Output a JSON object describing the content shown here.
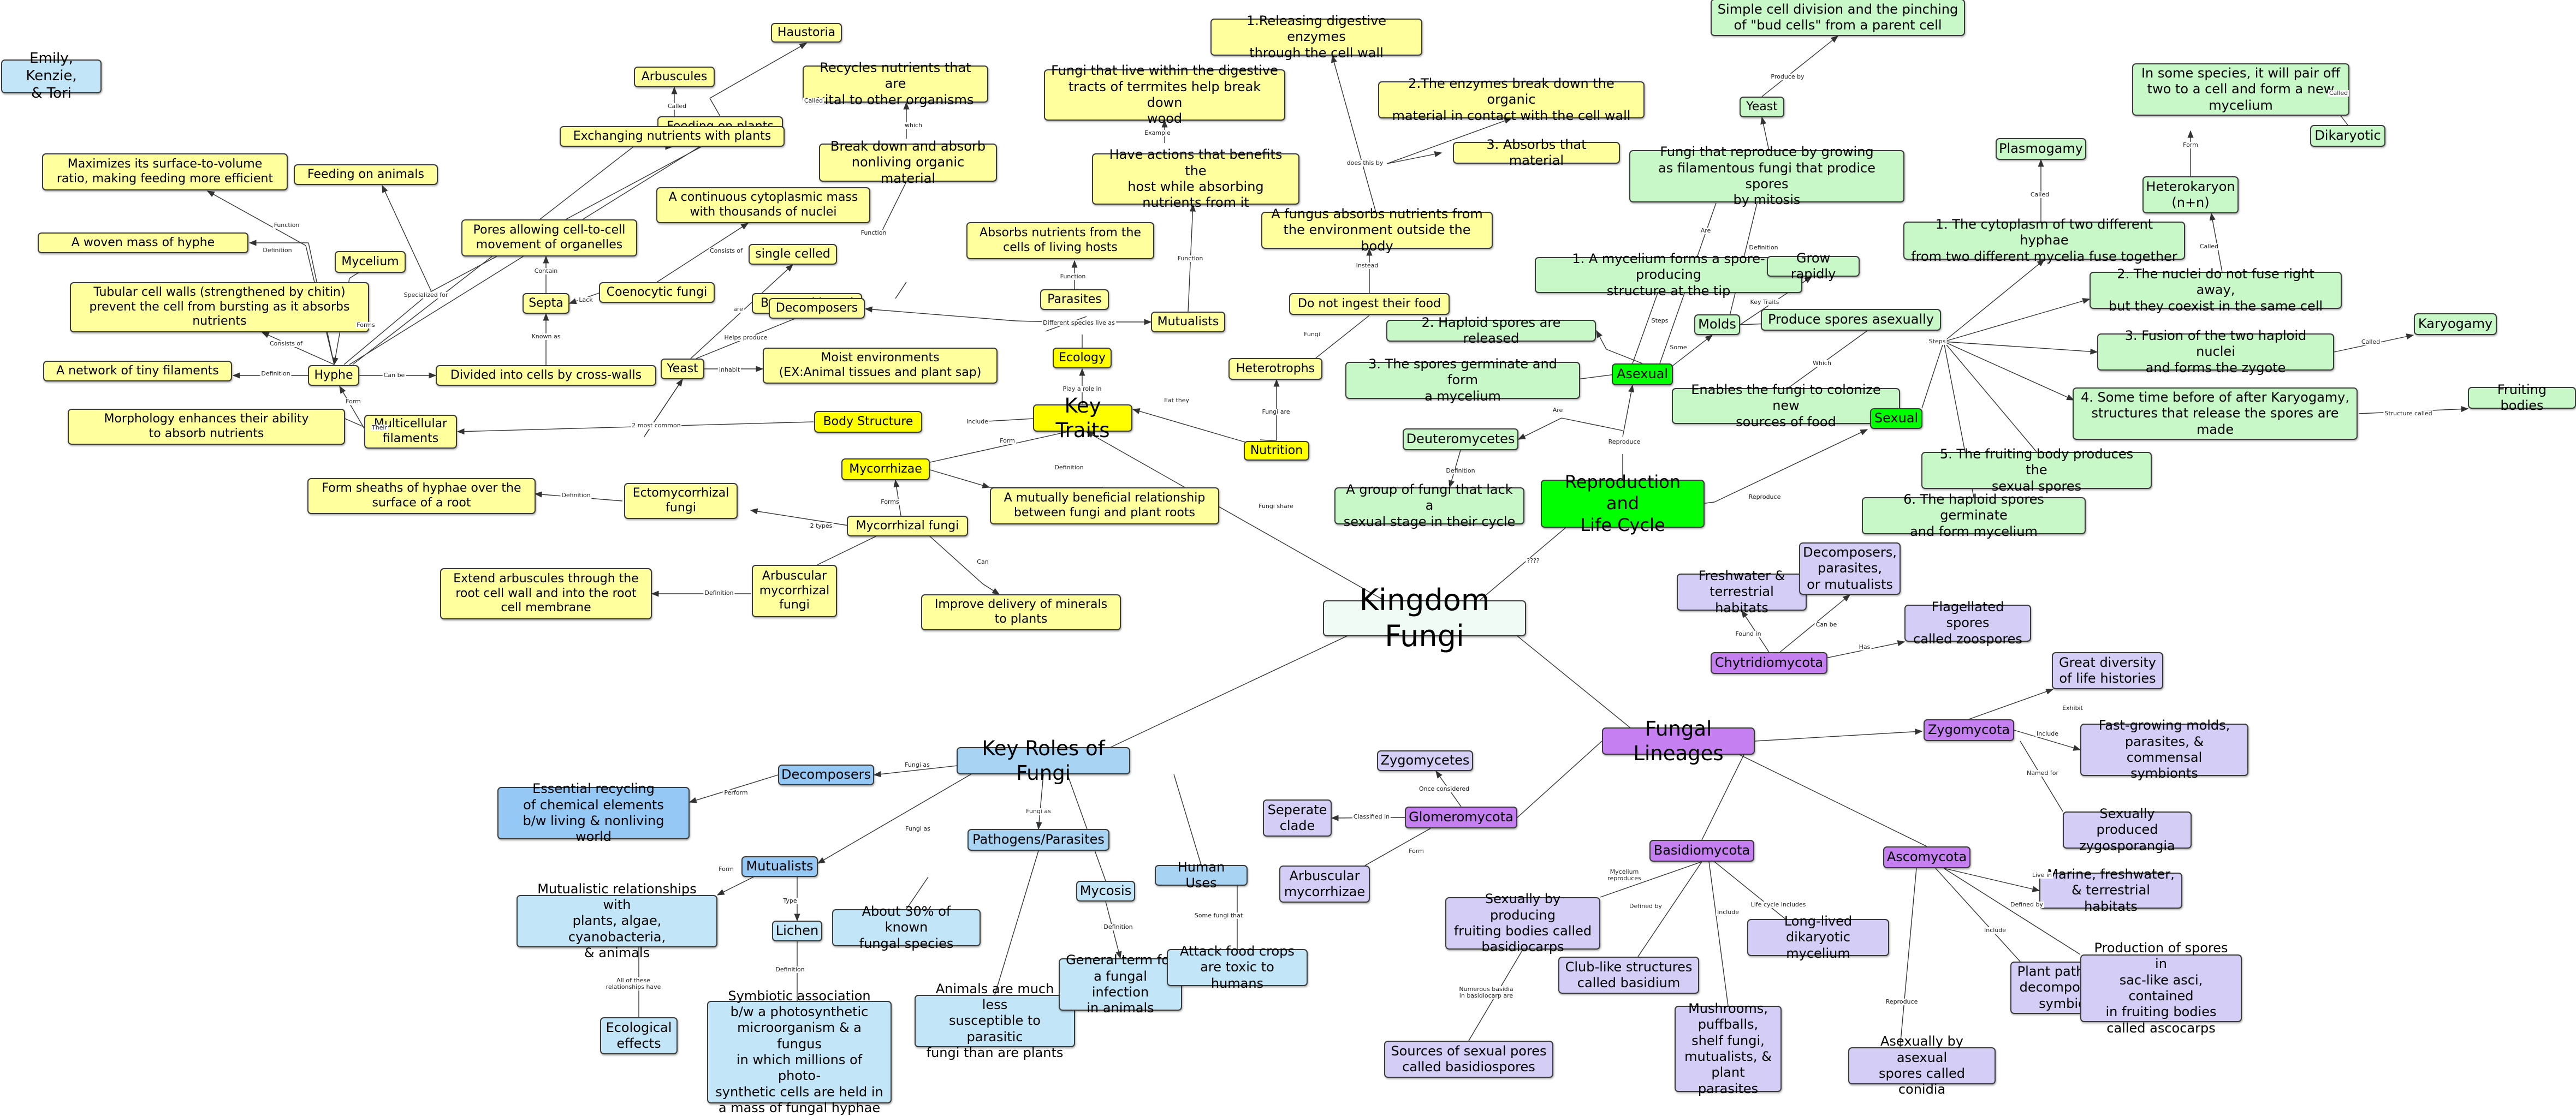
{
  "colors": {
    "yellow": "#ffff9e",
    "yellow_main": "#ffff00",
    "green": "#c8f7c8",
    "green_main": "#00ff00",
    "purple": "#d4cdf5",
    "purple_main": "#c57ff0",
    "blue": "#c2e6f7",
    "blue_main": "#a8d3f2",
    "blue_key": "#96c8f5",
    "center": "#f0fbf6",
    "edge": "#333333"
  },
  "nodes": {
    "credit": "Emily, Kenzie,\n& Tori",
    "kf": "Kingdom Fungi",
    "keytraits": "Key Traits",
    "ecology": "Ecology",
    "nutrition": "Nutrition",
    "bodystructure": "Body Structure",
    "mycorrhizae": "Mycorrhizae",
    "haustoria": "Haustoria",
    "feedplants": "Feeding on plants",
    "feedanimals": "Feeding on animals",
    "maximizes": "Maximizes its surface-to-volume\nratio, making feeding more efficient",
    "woven": "A woven mass of hyphe",
    "mycelium": "Mycelium",
    "tubular": "Tubular cell walls (strengthened by chitin)\nprevent the cell from bursting as it absorbs\nnutrients",
    "network": "A network of tiny filaments",
    "hyphe": "Hyphe",
    "morphology": "Morphology enhances their ability\nto absorb nutrients",
    "multicellular": "Multicellular\nfilaments",
    "divided": "Divided into cells by cross-walls",
    "septa": "Septa",
    "pores": "Pores allowing cell-to-cell\nmovement of organelles",
    "coenocytic": "Coenocytic fungi",
    "continuous": "A continuous cytoplasmic mass\nwith thousands of nuclei",
    "arbuscules": "Arbuscules",
    "exchanging": "Exchanging nutrients with plants",
    "singlecelled": "single celled",
    "beerbread": "Beer and bread",
    "yeast1": "Yeast",
    "moist": "Moist environments\n(EX:Animal tissues and plant sap)",
    "recycles": "Recycles nutrients that are\nvital to other organisms",
    "breakdown": "Break down and absorb\nnonliving organic material",
    "decomposers1": "Decomposers",
    "absorbsliving": "Absorbs nutrients from the\ncells of living hosts",
    "parasites": "Parasites",
    "mutualists1": "Mutualists",
    "termites": "Fungi that live within the digestive\ntracts of terrmites help break down\nwood",
    "haveactions": "Have actions that benefits the\nhost while absorbing\nnutrients from it",
    "releasing": "1.Releasing digestive enzymes\nthrough the cell wall",
    "enzymesbreak": "2.The enzymes break down the organic\nmaterial in contact with the cell wall",
    "absorbsmat": "3. Absorbs that material",
    "absorbsout": "A fungus absorbs nutrients from\nthe environment outside the body",
    "noingest": "Do not ingest their food",
    "heterotrophs": "Heterotrophs",
    "sheaths": "Form sheaths of hyphae over the\nsurface of a root",
    "ecto": "Ectomycorrhizal\nfungi",
    "mutualbenefit": "A mutually beneficial relationship\nbetween fungi and plant roots",
    "mycorrhizalfungi": "Mycorrhizal fungi",
    "arbmyco": "Arbuscular\nmycorrhizal\nfungi",
    "extendarb": "Extend arbuscules through the\nroot cell wall and into the root\ncell membrane",
    "improve": "Improve delivery of minerals\nto plants",
    "budding": "Simple cell division and the pinching\nof \"bud cells\" from a parent cell",
    "yeast2": "Yeast",
    "fungigrow": "Fungi that reproduce by growing\nas filamentous fungi that prodice spores\nby mitosis",
    "myceliumspore": "1. A mycelium forms a spore-producing\nstructure at the tip",
    "haploidrel": "2. Haploid spores are released",
    "sporesgerm": "3. The spores germinate and form\na mycelium",
    "asexual": "Asexual",
    "molds": "Molds",
    "growrapidly": "Grow rapidly",
    "produceasex": "Produce spores asexually",
    "colonize": "Enables the fungi to colonize new\nsources of food",
    "deutero": "Deuteromycetes",
    "groupnosex": "A group of fungi that lack a\nsexual stage in their cycle",
    "reprolife": "Reproduction and\nLife Cycle",
    "sexual": "Sexual",
    "pairoff": "In some species, it will pair off\ntwo to a cell and form a new\nmycelium",
    "dikaryotic": "Dikaryotic",
    "plasmogamy": "Plasmogamy",
    "heterokaryon": "Heterokaryon\n(n+n)",
    "cytoplasm": "1. The cytoplasm of two different hyphae\nfrom two different mycelia fuse together",
    "nucleinot": "2. The nuclei do not fuse right away,\nbut they coexist in the same cell",
    "fusion": "3. Fusion of the two haploid nuclei\nand forms the zygote",
    "karyogamy": "Karyogamy",
    "sometime": "4. Some time before of after Karyogamy,\nstructures that release the spores are\nmade",
    "fruiting": "Fruiting bodies",
    "fruitingprod": "5. The fruiting body produces the\nsexual spores",
    "haploidgerm": "6. The haploid spores germinate\nand form mycelium",
    "keyroles": "Key Roles of Fungi",
    "decomposers2": "Decomposers",
    "recycling": "Essential recycling\nof chemical elements\nb/w living & nonliving world",
    "pathogens": "Pathogens/Parasites",
    "mutualists2": "Mutualists",
    "mutualrel": "Mutualistic relationships with\nplants, algae, cyanobacteria,\n& animals",
    "about30": "About 30% of known\nfungal species",
    "lichen": "Lichen",
    "ecoeffects": "Ecological\neffects",
    "symbiotic": "Symbiotic association\nb/w a photosynthetic\nmicroorganism & a fungus\nin which millions of photo-\nsynthetic cells are held in\na mass of fungal hyphae",
    "animalsless": "Animals are much less\nsusceptible to parasitic\nfungi than are plants",
    "mycosis": "Mycosis",
    "generalterm": "General term for\na fungal infection\nin animals",
    "humanuses": "Human Uses",
    "attackcrops": "Attack food crops\nare toxic to humans",
    "lineages": "Fungal Lineages",
    "freshwater": "Freshwater &\nterrestrial habitats",
    "decompara": "Decomposers,\nparasites,\nor mutualists",
    "flagellated": "Flagellated spores\ncalled zoospores",
    "chytrid": "Chytridiomycota",
    "diversity": "Great diversity\nof life histories",
    "zygomycota": "Zygomycota",
    "fastgrowing": "Fast-growing molds,\nparasites, & commensal\nsymbionts",
    "zygosporangia": "Sexually produced\nzygosporangia",
    "zygomycetes": "Zygomycetes",
    "separate": "Seperate\nclade",
    "glomero": "Glomeromycota",
    "arbmyc2": "Arbuscular\nmycorrhizae",
    "basidio": "Basidiomycota",
    "sexbasidio": "Sexually by producing\nfruiting bodies called\nbasidiocarps",
    "clublike": "Club-like structures\ncalled basidium",
    "longlived": "Long-lived\ndikaryotic mycelium",
    "mushrooms": "Mushrooms,\npuffballs,\nshelf fungi,\nmutualists, &\nplant parasites",
    "sourcessex": "Sources of sexual pores\ncalled basidiospores",
    "asco": "Ascomycota",
    "marine": "Marine, freshwater,\n& terrestrial habitats",
    "plantpath": "Plant pathogens,\ndecomposers, &\nsymbionts",
    "saclike": "Production of spores in\nsac-like asci, contained\nin fruiting bodies\ncalled ascocarps",
    "conidia": "Asexually by asexual\nspores called conidia"
  },
  "edge_labels": {
    "e_called_haust": "Called",
    "e_called_arb": "Called",
    "e_function_max": "Function",
    "e_definition_woven": "Definition",
    "e_forms": "Forms",
    "e_specialized": "Specialized for",
    "e_consists": "Consists of",
    "e_definition_net": "Definition",
    "e_form_hyphe": "Form",
    "e_their": "Their",
    "e_canbe": "Can be",
    "e_knownas": "Known as",
    "e_contain": "Contain",
    "e_lack": "Lack",
    "e_consists2": "Consists of",
    "e_are": "are",
    "e_helps": "Helps produce",
    "e_inhabit": "Inhabit",
    "e_2most": "2 most common",
    "e_include": "Include",
    "e_form_myco": "Form",
    "e_definition_myco": "Definition",
    "e_playrole": "Play a role in",
    "e_diffspecies": "Different species live as",
    "e_function_para": "Function",
    "e_function_dec": "Function",
    "e_which": "which",
    "e_example": "Example",
    "e_function_mut": "Function",
    "e_eatthey": "Eat they",
    "e_fungiare": "Fungi are",
    "e_fungi": "Fungi",
    "e_instead": "Instead",
    "e_doesthis": "does this by",
    "e_fungishare": "Fungi share",
    "e_definition_ecto": "Definition",
    "e_2types": "2 types",
    "e_forms2": "Forms",
    "e_definition_arb": "Definition",
    "e_can": "Can",
    "e_qqqq": "????",
    "e_reproduce": "Reproduce",
    "e_reproduce2": "Reproduce",
    "e_are2": "Are",
    "e_definition_deut": "Definition",
    "e_steps": "Steps",
    "e_some": "Some",
    "e_steps_asex": "Steps",
    "e_are3": "Are",
    "e_definition_grow": "Definition",
    "e_producedby": "Produce by",
    "e_keytraits": "Key Traits",
    "e_which2": "Which",
    "e_called_plas": "Called",
    "e_form_het": "Form",
    "e_called_dik": "Called",
    "e_called_het": "Called",
    "e_called_kar": "Called",
    "e_structure": "Structure called",
    "e_fungias": "Fungi as",
    "e_perform": "Perform",
    "e_fungias2": "Fungi as",
    "e_fungias3": "Fungi as",
    "e_form_mut": "Form",
    "e_type": "Type",
    "e_allthese": "All of these\nrelationships have",
    "e_definition_lich": "Definition",
    "e_definition_myc": "Definition",
    "e_somefungi": "Some fungi that",
    "e_foundin": "Found in",
    "e_canbe2": "Can be",
    "e_has": "Has",
    "e_exhibit": "Exhibit",
    "e_include2": "Include",
    "e_namedfor": "Named for",
    "e_onceconsidered": "Once considered",
    "e_classified": "Classified in",
    "e_form_glom": "Form",
    "e_myceliumrep": "Mycelium\nreproduces",
    "e_definedby": "Defined by",
    "e_lifecycle": "Life cycle includes",
    "e_include3": "Include",
    "e_numerous": "Numerous basidia\nin basidiocarp are",
    "e_livein": "Live in",
    "e_include4": "Include",
    "e_definedby2": "Defined by",
    "e_reproduce3": "Reproduce"
  }
}
